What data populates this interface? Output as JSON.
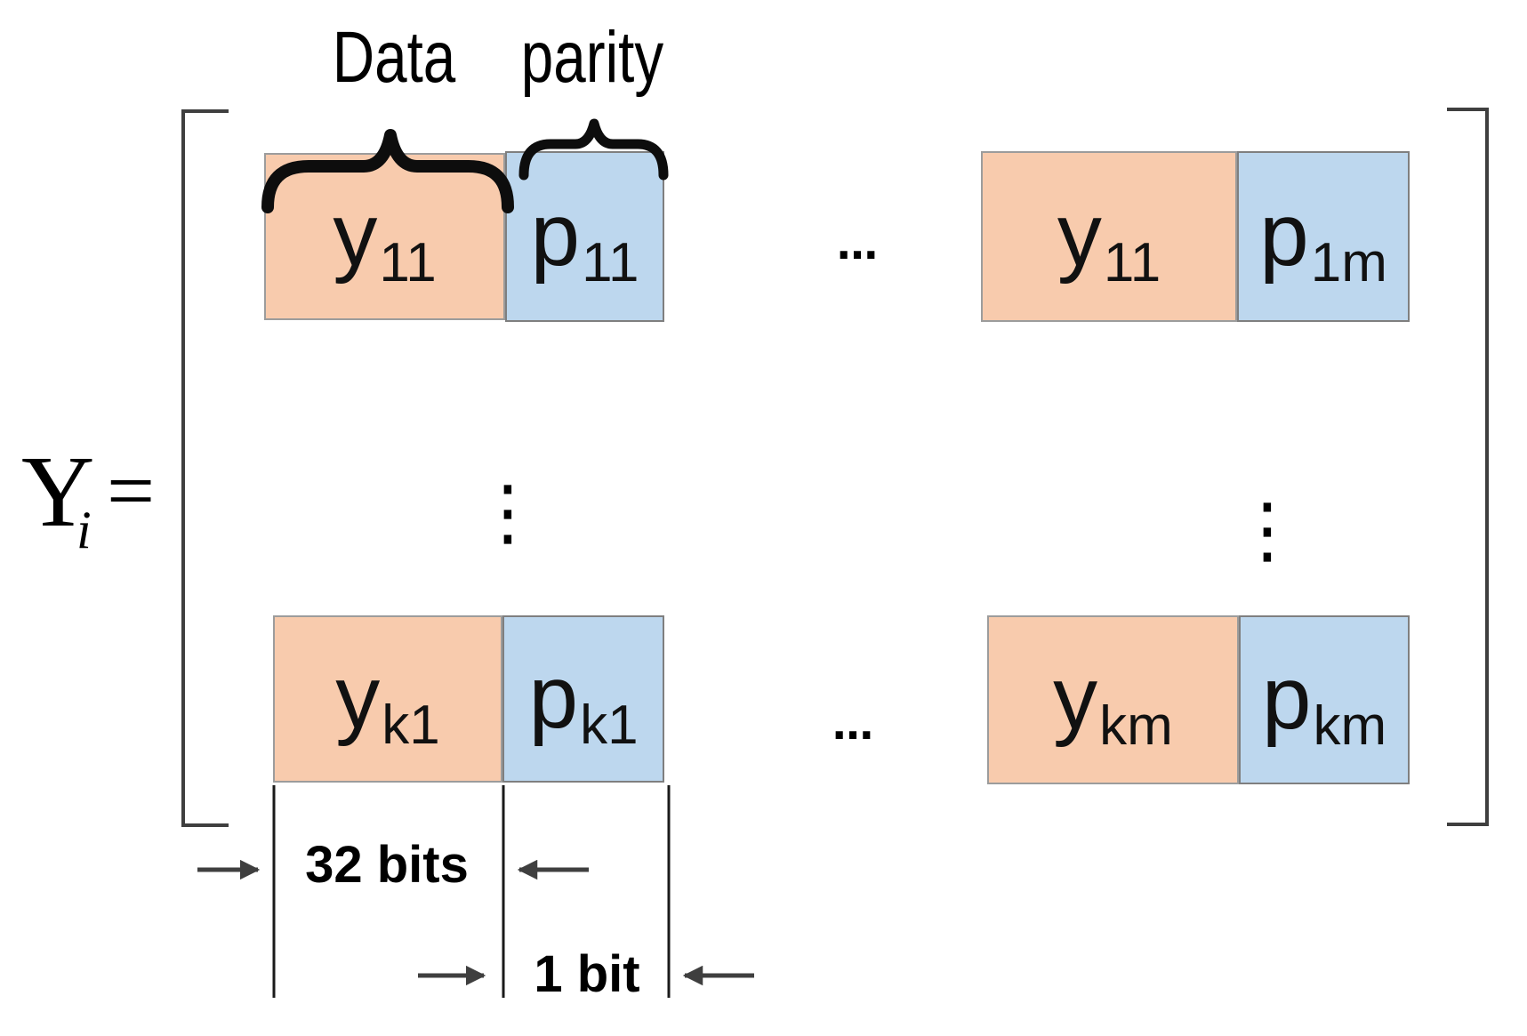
{
  "formula": {
    "base": "Y",
    "sub": "i",
    "equals": "="
  },
  "header": {
    "data_label": "Data",
    "parity_label": "parity"
  },
  "matrix": {
    "top_left": {
      "data": {
        "base": "y",
        "sub": "11"
      },
      "parity": {
        "base": "p",
        "sub": "11"
      }
    },
    "top_right": {
      "data": {
        "base": "y",
        "sub": "11"
      },
      "parity": {
        "base": "p",
        "sub": "1m"
      }
    },
    "bottom_left": {
      "data": {
        "base": "y",
        "sub": "k1"
      },
      "parity": {
        "base": "p",
        "sub": "k1"
      }
    },
    "bottom_right": {
      "data": {
        "base": "y",
        "sub": "km"
      },
      "parity": {
        "base": "p",
        "sub": "km"
      }
    },
    "ellipsis_h": "…",
    "ellipsis_v": "⋮"
  },
  "dimensions": {
    "data_width": "32 bits",
    "parity_width": "1 bit"
  },
  "colors": {
    "data_fill": "#F8CBAD",
    "parity_fill": "#BDD7EE",
    "line": "#3f3f3f",
    "text": "#000000"
  }
}
